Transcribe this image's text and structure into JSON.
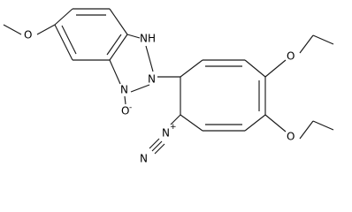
{
  "diagram": {
    "type": "chemical-structure",
    "atom_labels": {
      "methoxy_oxygen": "O",
      "nh_group": "NH",
      "n_center": "N",
      "n_oxide": "N",
      "oxide_oxygen": "O",
      "oxide_charge": "-",
      "ethoxy_oxygen_top": "O",
      "ethoxy_oxygen_bottom": "O",
      "diazonium_n_terminal": "N",
      "diazonium_n_inner": "N",
      "diazonium_charge": "+"
    }
  }
}
